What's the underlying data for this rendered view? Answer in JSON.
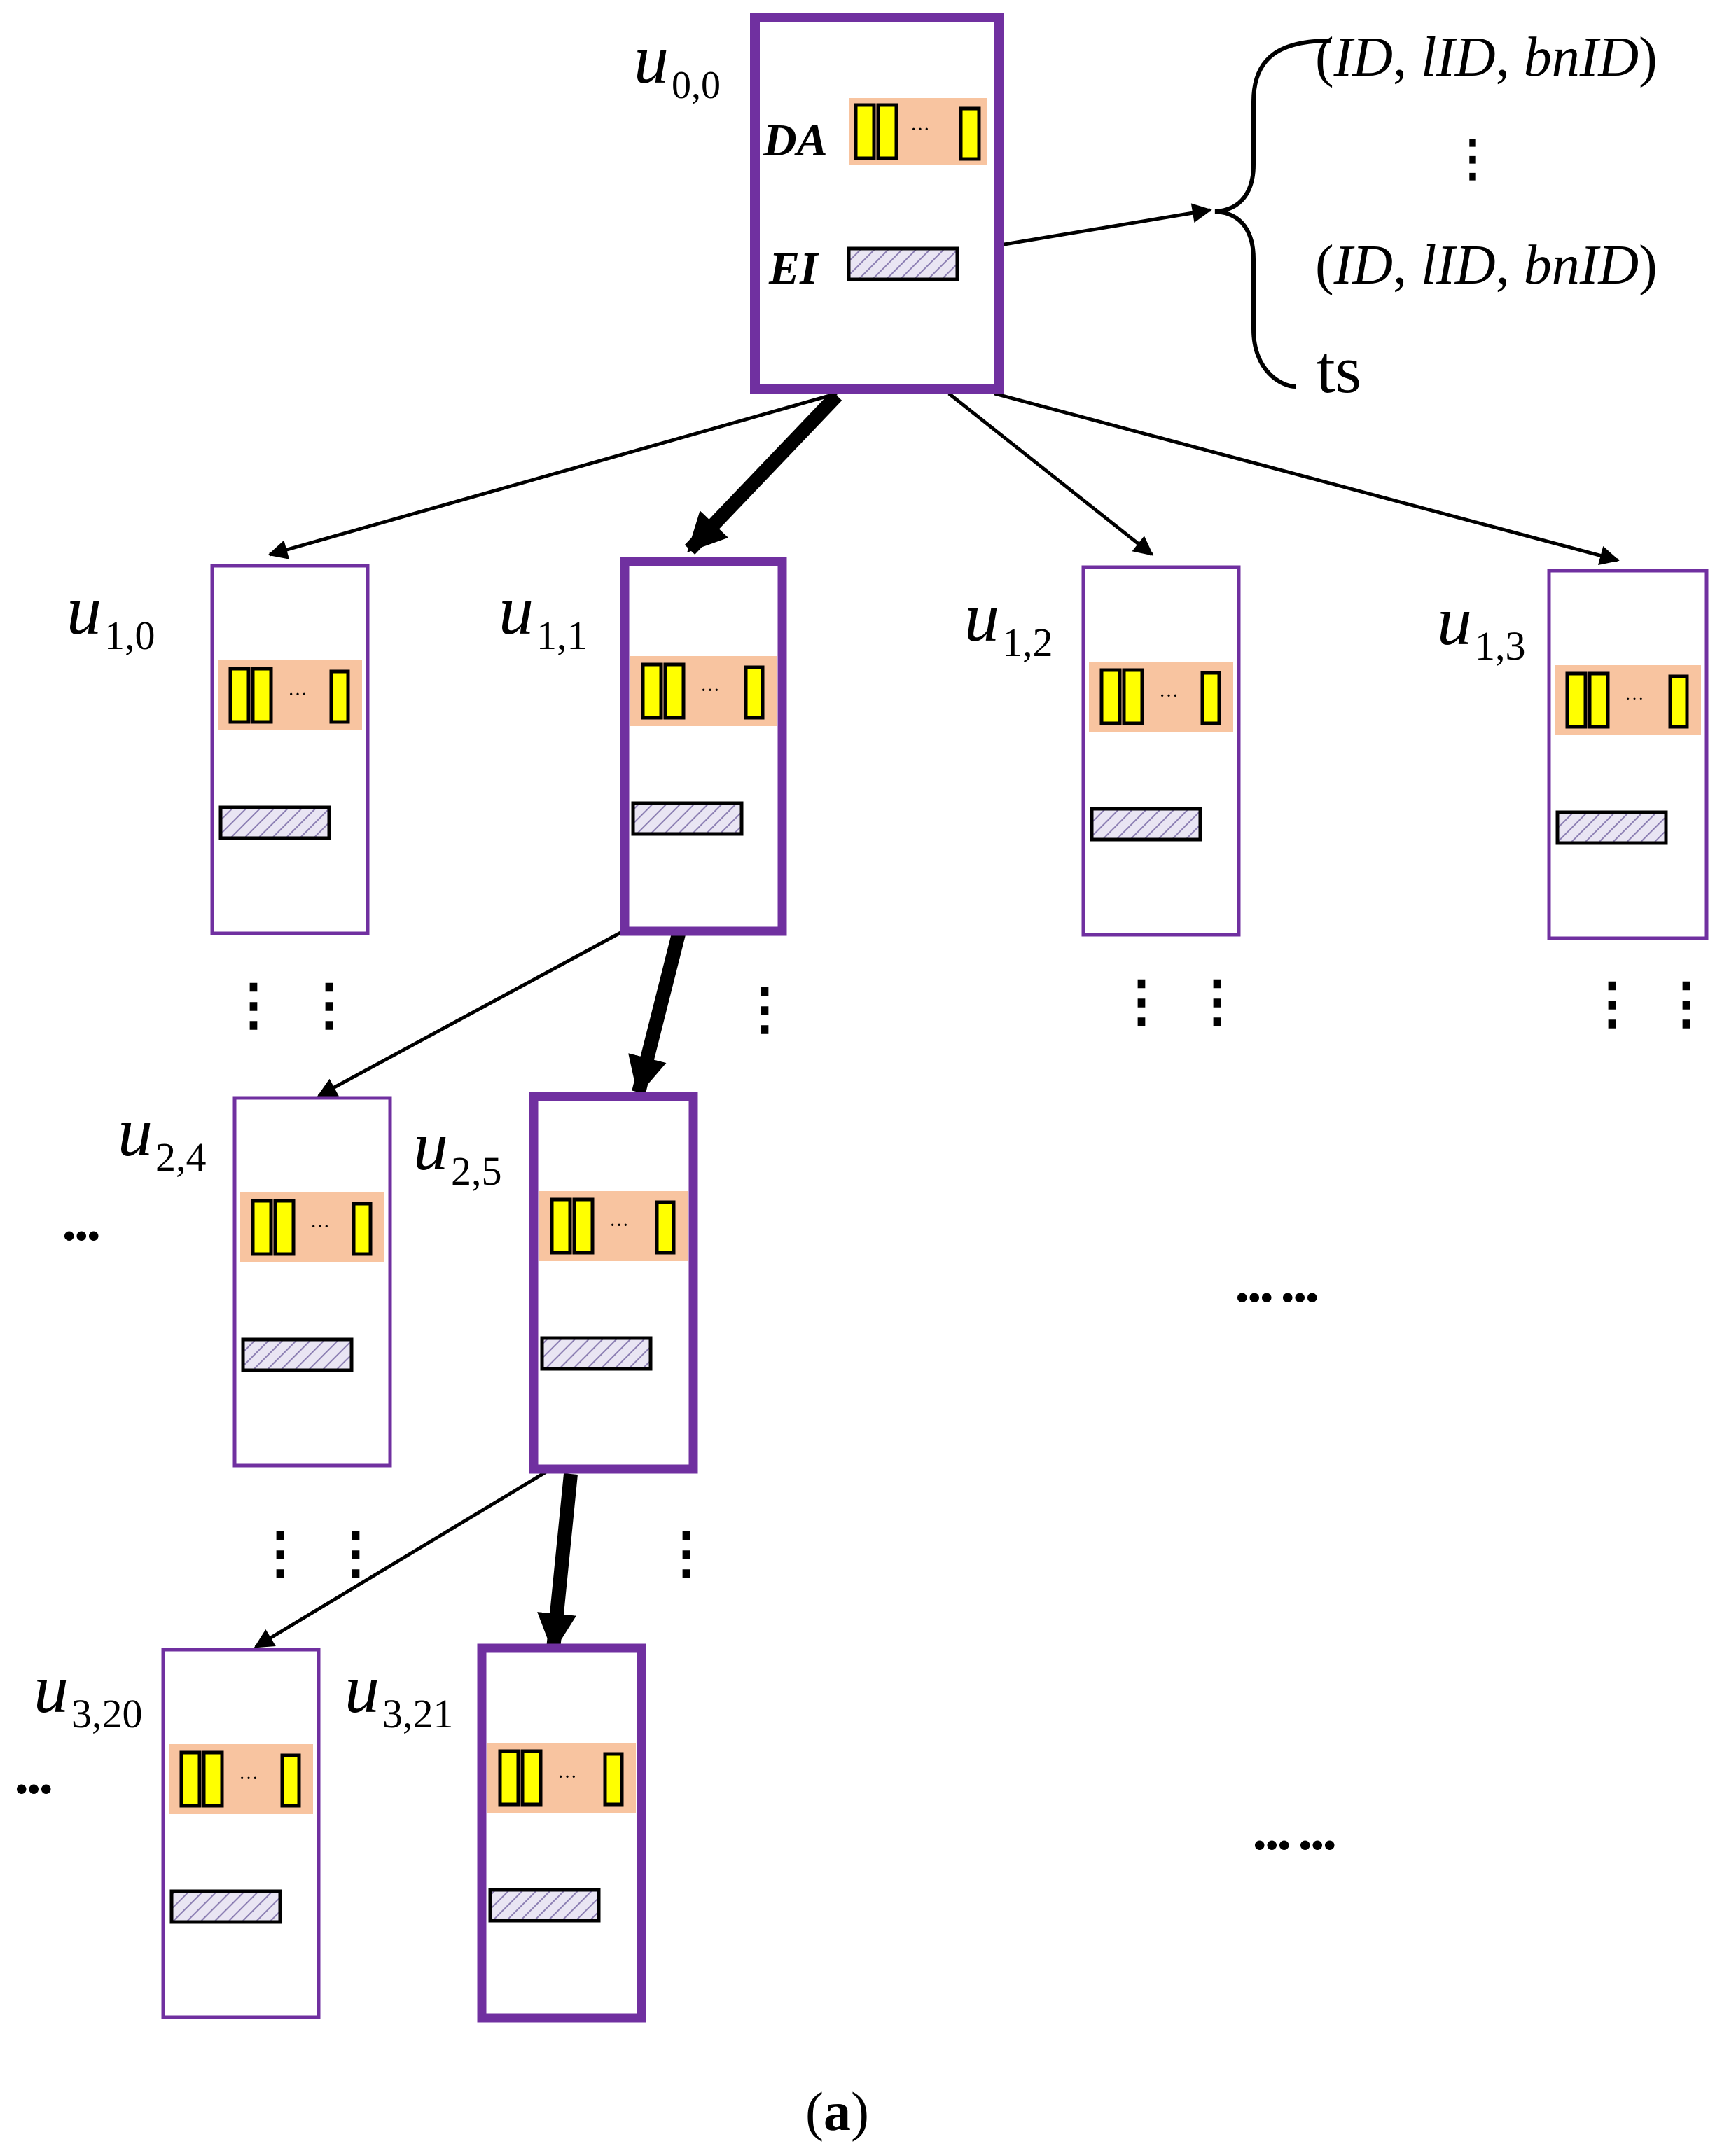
{
  "colors": {
    "node_border": "#7030a0",
    "data_band": "#f8c4a0",
    "slot_fill": "#ffff00",
    "hatch_line": "#8c7fb3",
    "arrow": "#000000"
  },
  "root": {
    "label_main": "u",
    "label_sub": "0,0",
    "da_label": "DA",
    "ei_label": "EI",
    "slot_gap": "···"
  },
  "nodes": [
    {
      "id": "n10",
      "label_main": "u",
      "label_sub": "1,0",
      "slot_gap": "···"
    },
    {
      "id": "n11",
      "label_main": "u",
      "label_sub": "1,1",
      "slot_gap": "···"
    },
    {
      "id": "n12",
      "label_main": "u",
      "label_sub": "1,2",
      "slot_gap": "···"
    },
    {
      "id": "n13",
      "label_main": "u",
      "label_sub": "1,3",
      "slot_gap": "···"
    },
    {
      "id": "n24",
      "label_main": "u",
      "label_sub": "2,4",
      "slot_gap": "···"
    },
    {
      "id": "n25",
      "label_main": "u",
      "label_sub": "2,5",
      "slot_gap": "···"
    },
    {
      "id": "n320",
      "label_main": "u",
      "label_sub": "3,20",
      "slot_gap": "···"
    },
    {
      "id": "n321",
      "label_main": "u",
      "label_sub": "3,21",
      "slot_gap": "···"
    }
  ],
  "ei_entries": {
    "open": "(",
    "close": ")",
    "sep": ", ",
    "fields": [
      "ID",
      "lID",
      "bnID"
    ],
    "vdots": "⋮",
    "ts": "ts"
  },
  "ellipses": {
    "vdots": "⋮",
    "hdots": "•••",
    "wide_a": "••• •••",
    "wide_b": "••• •••"
  },
  "caption": {
    "open": "(",
    "letter": "a",
    "close": ")"
  }
}
